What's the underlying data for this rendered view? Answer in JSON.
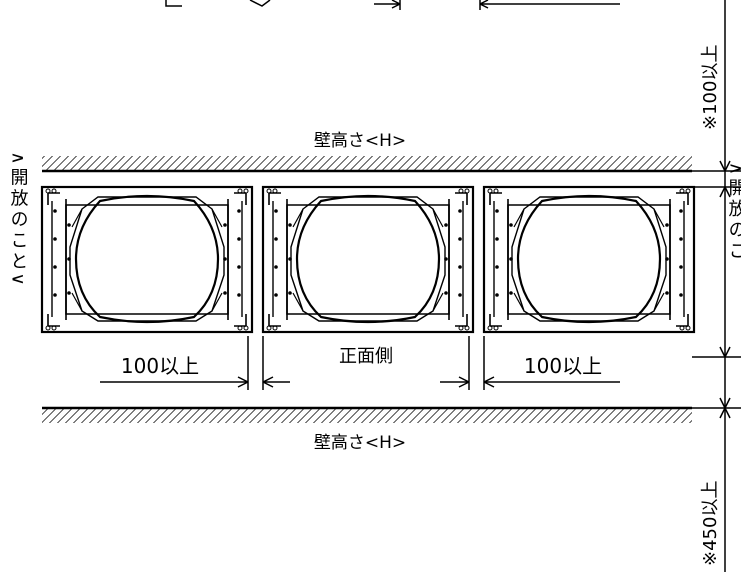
{
  "labels": {
    "wall_height_top": "壁高さ<H>",
    "wall_height_bottom": "壁高さ<H>",
    "dim_top_right": "※100以上",
    "dim_bottom_right": "※450以上",
    "left_gap": "100以上",
    "right_gap": "100以上",
    "front_side": "正面側",
    "left_note": "∧開放のこと∨",
    "right_note_fragment": "∧開放のこ"
  },
  "units": {
    "count": 3
  },
  "colors": {
    "line": "#000000",
    "background": "#ffffff"
  }
}
